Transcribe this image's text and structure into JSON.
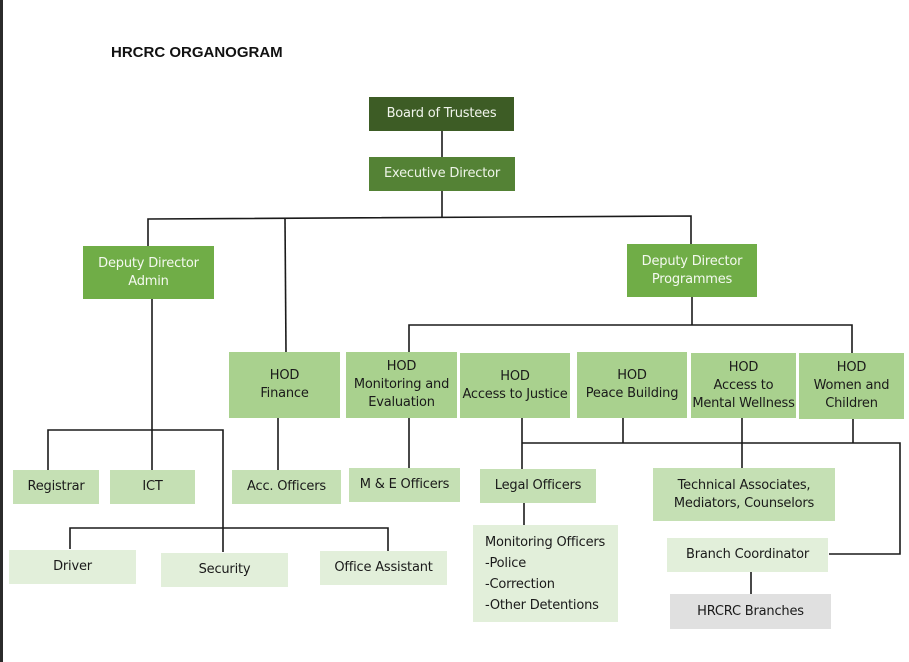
{
  "title": "HRCRC ORGANOGRAM",
  "colors": {
    "board": "#3d5c25",
    "executive": "#548235",
    "deputy": "#70ad47",
    "hod": "#a9d18e",
    "officers": "#c5e0b4",
    "support": "#e2efda",
    "branches": "#e0e0e0",
    "connector": "#1a1a1a"
  },
  "nodes": {
    "board": {
      "lines": [
        "Board of Trustees"
      ]
    },
    "executive": {
      "lines": [
        "Executive Director"
      ]
    },
    "dd_admin": {
      "lines": [
        "Deputy Director",
        "Admin"
      ]
    },
    "dd_programmes": {
      "lines": [
        "Deputy Director",
        "Programmes"
      ]
    },
    "hod_finance": {
      "lines": [
        "HOD",
        "Finance"
      ]
    },
    "hod_me": {
      "lines": [
        "HOD",
        "Monitoring and",
        "Evaluation"
      ]
    },
    "hod_justice": {
      "lines": [
        "HOD",
        "Access to Justice"
      ]
    },
    "hod_peace": {
      "lines": [
        "HOD",
        "Peace Building"
      ]
    },
    "hod_mental": {
      "lines": [
        "HOD",
        "Access to",
        "Mental Wellness"
      ]
    },
    "hod_women": {
      "lines": [
        "HOD",
        "Women and",
        "Children"
      ]
    },
    "registrar": {
      "lines": [
        "Registrar"
      ]
    },
    "ict": {
      "lines": [
        "ICT"
      ]
    },
    "acc_officers": {
      "lines": [
        "Acc. Officers"
      ]
    },
    "me_officers": {
      "lines": [
        "M & E Officers"
      ]
    },
    "legal_officers": {
      "lines": [
        "Legal Officers"
      ]
    },
    "technical": {
      "lines": [
        "Technical Associates,",
        "Mediators, Counselors"
      ]
    },
    "driver": {
      "lines": [
        "Driver"
      ]
    },
    "security": {
      "lines": [
        "Security"
      ]
    },
    "office_assistant": {
      "lines": [
        "Office Assistant"
      ]
    },
    "monitoring_officers": {
      "lines": [
        "Monitoring Officers",
        "-Police",
        "-Correction",
        "-Other Detentions"
      ]
    },
    "branch_coordinator": {
      "lines": [
        "Branch Coordinator"
      ]
    },
    "branches": {
      "lines": [
        "HRCRC Branches"
      ]
    }
  },
  "edges": [
    [
      "board",
      "executive"
    ],
    [
      "executive",
      "dd_admin"
    ],
    [
      "executive",
      "hod_finance"
    ],
    [
      "executive",
      "dd_programmes"
    ],
    [
      "dd_programmes",
      "hod_me"
    ],
    [
      "dd_programmes",
      "hod_women"
    ],
    [
      "dd_admin",
      "registrar"
    ],
    [
      "dd_admin",
      "ict"
    ],
    [
      "dd_admin",
      "driver"
    ],
    [
      "dd_admin",
      "security"
    ],
    [
      "dd_admin",
      "office_assistant"
    ],
    [
      "hod_finance",
      "acc_officers"
    ],
    [
      "hod_me",
      "me_officers"
    ],
    [
      "hod_justice",
      "legal_officers"
    ],
    [
      "hod_peace",
      "legal_officers"
    ],
    [
      "hod_mental",
      "technical"
    ],
    [
      "hod_women",
      "branch_coordinator"
    ],
    [
      "legal_officers",
      "monitoring_officers"
    ],
    [
      "branch_coordinator",
      "branches"
    ]
  ]
}
